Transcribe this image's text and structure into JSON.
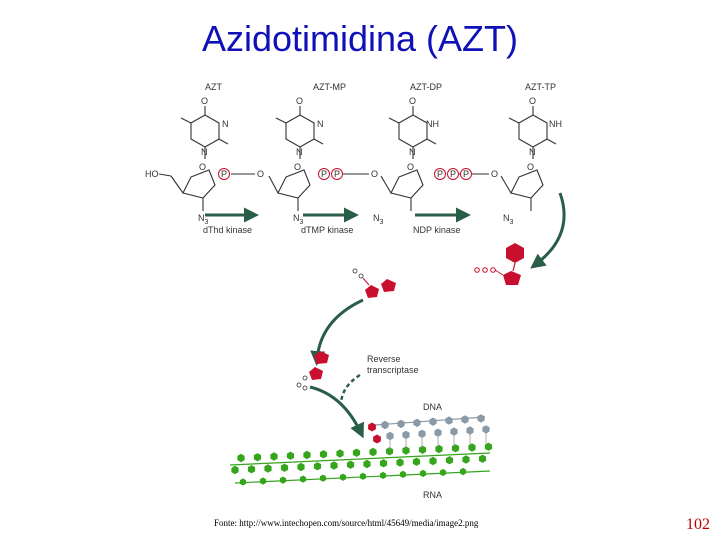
{
  "slide": {
    "title": "Azidotimidina (AZT)",
    "source": "Fonte: http://www.intechopen.com/source/html/45649/media/image2.png",
    "page_number": "102"
  },
  "figure": {
    "compounds": [
      "AZT",
      "AZT-MP",
      "AZT-DP",
      "AZT-TP"
    ],
    "enzymes": [
      "dThd kinase",
      "dTMP kinase",
      "NDP kinase"
    ],
    "phosphate_symbol": "P",
    "atoms": {
      "oxygen": "O",
      "nitrogen": "N",
      "imino": "NH",
      "hydroxyl": "HO",
      "azide": "N",
      "azide_sub": "3"
    },
    "rt_label_line1": "Reverse",
    "rt_label_line2": "transcriptase",
    "dna_label": "DNA",
    "rna_label": "RNA",
    "colors": {
      "nucleotide": "#c8102e",
      "rna_strand": "#35a51b",
      "dna_strand": "#8a9aa6",
      "arrow": "#2b5e48"
    }
  }
}
